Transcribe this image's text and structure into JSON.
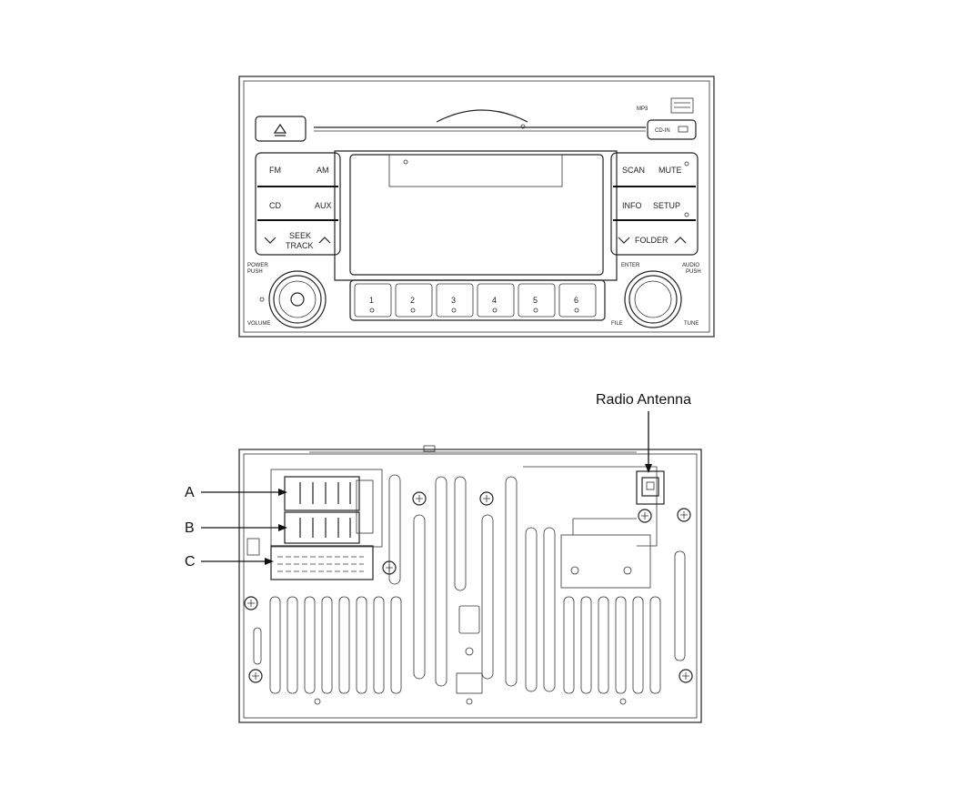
{
  "front_panel": {
    "brand_mp3": "MP3",
    "cd_in_label": "CD-IN",
    "left_buttons": [
      {
        "left": "FM",
        "right": "AM"
      },
      {
        "left": "CD",
        "right": "AUX"
      }
    ],
    "seek_label": "SEEK",
    "track_label": "TRACK",
    "right_buttons": [
      {
        "left": "SCAN",
        "right": "MUTE"
      },
      {
        "left": "INFO",
        "right": "SETUP"
      }
    ],
    "folder_label": "FOLDER",
    "power_label": "POWER",
    "push_label": "PUSH",
    "volume_label": "VOLUME",
    "enter_label": "ENTER",
    "audio_label": "AUDIO",
    "audio_push_label": "PUSH",
    "file_label": "FILE",
    "tune_label": "TUNE",
    "presets": [
      "1",
      "2",
      "3",
      "4",
      "5",
      "6"
    ]
  },
  "rear_panel": {
    "callouts": {
      "antenna": "Radio Antenna",
      "a": "A",
      "b": "B",
      "c": "C"
    }
  }
}
